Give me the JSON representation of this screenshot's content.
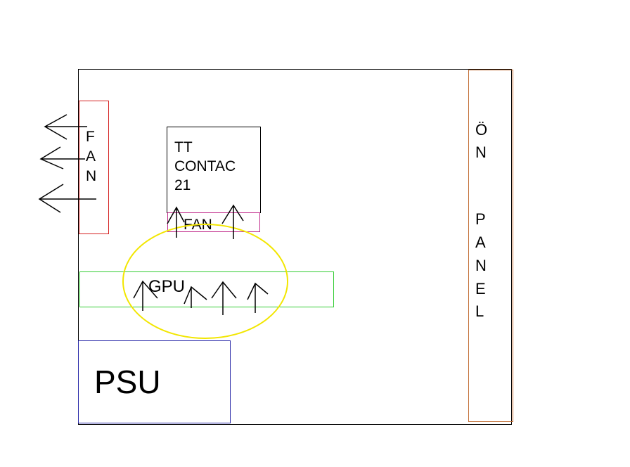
{
  "labels": {
    "rear_fan": [
      "F",
      "A",
      "N"
    ],
    "cooler": [
      "TT",
      "CONTAC",
      "21"
    ],
    "cooler_fan": "FAN",
    "gpu": "GPU",
    "psu": "PSU",
    "front_panel": [
      "Ö",
      "N",
      "P",
      "A",
      "N",
      "E",
      "L"
    ]
  },
  "colors": {
    "case": "#000000",
    "rear_fan": "#d42020",
    "cooler_fan": "#c02a8a",
    "gpu": "#33cc33",
    "airflow_zone": "#f2e600",
    "psu": "#2a2aa8",
    "front_panel": "#c06a30",
    "arrows": "#000000"
  }
}
